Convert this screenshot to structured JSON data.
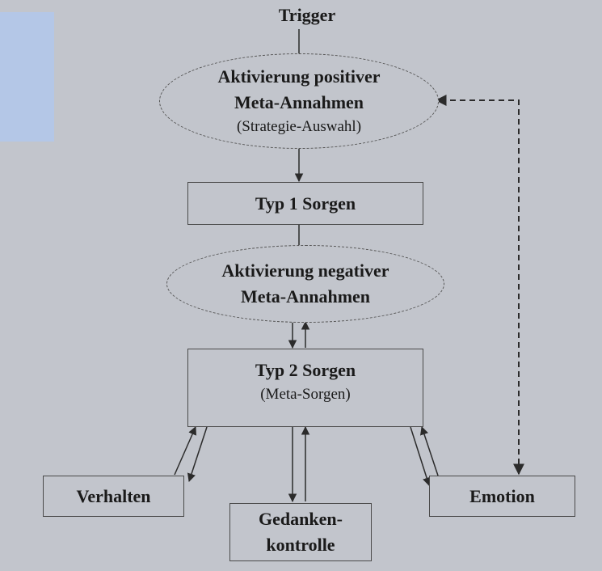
{
  "diagram": {
    "trigger": "Trigger",
    "positive_meta": {
      "line1": "Aktivierung positiver",
      "line2": "Meta-Annahmen",
      "sub": "(Strategie-Auswahl)"
    },
    "typ1": "Typ 1 Sorgen",
    "negative_meta": {
      "line1": "Aktivierung negativer",
      "line2": "Meta-Annahmen"
    },
    "typ2": {
      "title": "Typ 2 Sorgen",
      "sub": "(Meta-Sorgen)"
    },
    "verhalten": "Verhalten",
    "gedankenkontrolle": {
      "line1": "Gedanken-",
      "line2": "kontrolle"
    },
    "emotion": "Emotion"
  },
  "colors": {
    "background": "#c2c5cc",
    "accent_block": "#b4c7e7",
    "lines": "#2b2b2b"
  }
}
